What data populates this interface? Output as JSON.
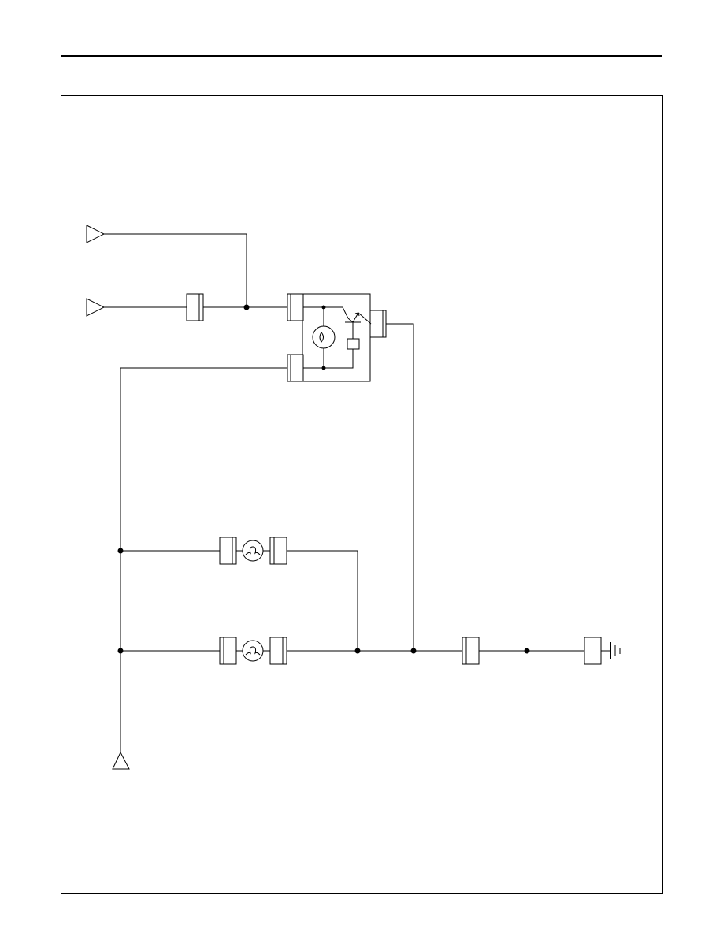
{
  "page": {
    "header_rule": true
  },
  "diagram": {
    "type": "wiring-schematic",
    "colors": {
      "line": "#000000",
      "background": "#ffffff"
    },
    "components": [
      {
        "name": "power-input-1",
        "kind": "input-arrow"
      },
      {
        "name": "power-input-2",
        "kind": "input-arrow"
      },
      {
        "name": "inline-connector-1",
        "kind": "connector"
      },
      {
        "name": "control-module",
        "kind": "module",
        "contains": [
          "lamp",
          "transistor",
          "relay-coil"
        ]
      },
      {
        "name": "lamp-1",
        "kind": "bulb"
      },
      {
        "name": "lamp-2",
        "kind": "bulb"
      },
      {
        "name": "inline-connector-2",
        "kind": "connector"
      },
      {
        "name": "ground-connector",
        "kind": "connector"
      },
      {
        "name": "chassis-ground",
        "kind": "ground"
      },
      {
        "name": "output-arrow",
        "kind": "output-arrow"
      }
    ]
  }
}
